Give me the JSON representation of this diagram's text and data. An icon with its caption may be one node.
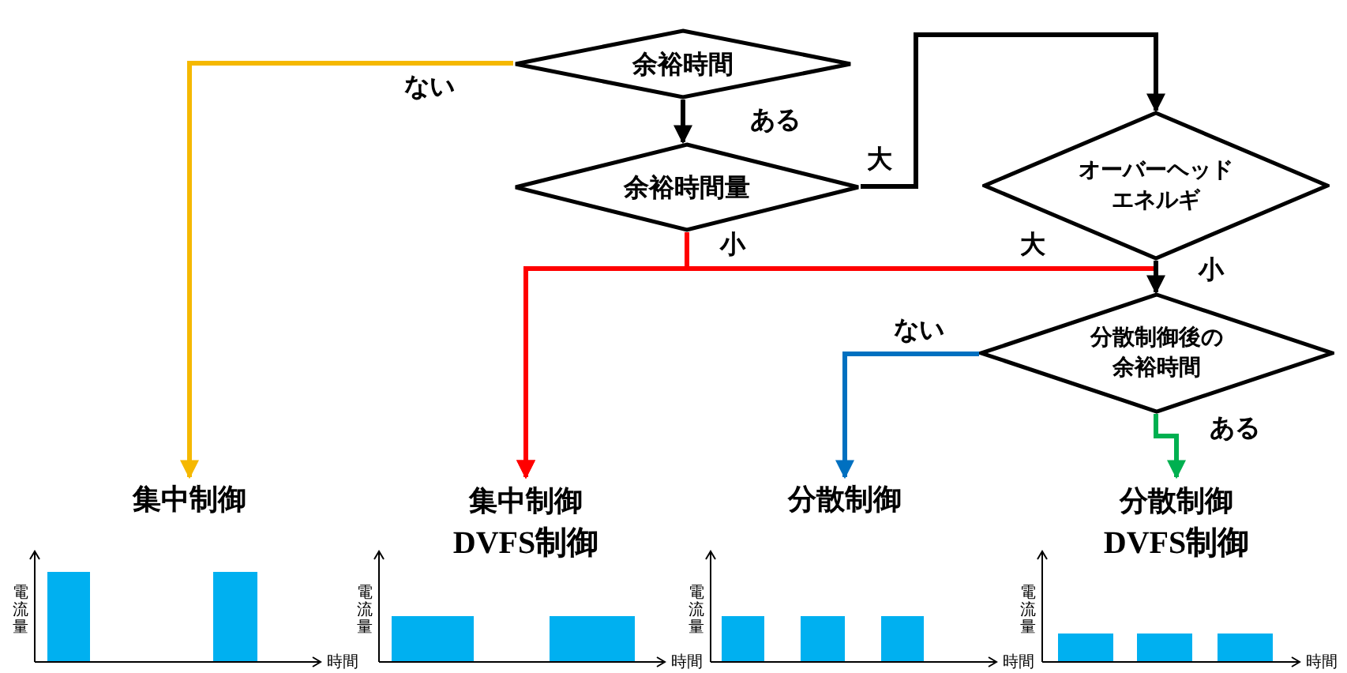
{
  "diagram": {
    "nodes": [
      {
        "text": [
          "余裕時間"
        ]
      },
      {
        "text": [
          "余裕時間量"
        ]
      },
      {
        "text": [
          "オーバーヘッドエネルギ"
        ]
      },
      {
        "text": [
          "分散制御後の余裕時間"
        ]
      },
      {
        "text": [
          "集中制御"
        ]
      },
      {
        "text": [
          "集中制御",
          "DVFS制御"
        ]
      },
      {
        "text": [
          "分散制御"
        ]
      },
      {
        "text": [
          "分散制御",
          "DVFS制御"
        ]
      }
    ],
    "edges": [
      {
        "from": 0,
        "to": 4,
        "arrow": "to",
        "label": "ない",
        "color": "#f5b800"
      },
      {
        "from": 0,
        "to": 1,
        "arrow": "to",
        "label": "ある"
      },
      {
        "from": 1,
        "to": 2,
        "arrow": "to",
        "label": "大"
      },
      {
        "from": 1,
        "to": 5,
        "arrow": "to",
        "label": "小",
        "color": "#ff0000"
      },
      {
        "from": 2,
        "to": 5,
        "arrow": "to",
        "label": "大",
        "color": "#ff0000"
      },
      {
        "from": 2,
        "to": 3,
        "arrow": "to",
        "label": "小"
      },
      {
        "from": 3,
        "to": 6,
        "arrow": "to",
        "label": "ない",
        "color": "#0070c0"
      },
      {
        "from": 3,
        "to": 7,
        "arrow": "to",
        "label": "ある",
        "color": "#00b050"
      }
    ],
    "labels": [
      "電流量",
      "時間",
      "電流量",
      "時間",
      "電流量",
      "時間",
      "電流量",
      "時間"
    ]
  }
}
